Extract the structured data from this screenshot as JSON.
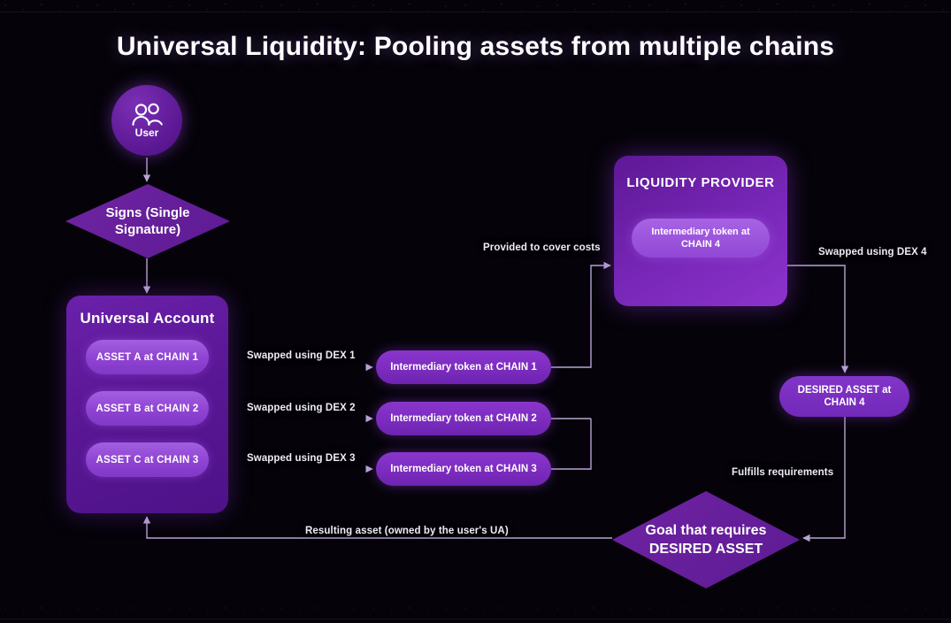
{
  "title": "Universal Liquidity: Pooling assets from multiple chains",
  "colors": {
    "background": "#050309",
    "node_purple": "#5d1a93",
    "pill_purple": "#8f43d2",
    "accent_bright": "#9148d6",
    "wire": "#b9a3d6",
    "text": "#ffffff"
  },
  "nodes": {
    "user": {
      "label": "User",
      "icon": "users-group-icon"
    },
    "signs": {
      "label": "Signs (Single\nSignature)",
      "line1": "Signs (Single",
      "line2": "Signature)"
    },
    "universal_account": {
      "title": "Universal Account",
      "assets": [
        "ASSET A at CHAIN 1",
        "ASSET B at CHAIN 2",
        "ASSET C at CHAIN 3"
      ]
    },
    "intermediary_tokens": [
      "Intermediary token at CHAIN 1",
      "Intermediary token at CHAIN 2",
      "Intermediary token at CHAIN 3"
    ],
    "liquidity_provider": {
      "title": "LIQUIDITY PROVIDER",
      "token_line1": "Intermediary token at",
      "token_line2": "CHAIN 4"
    },
    "desired_asset": {
      "line1": "DESIRED ASSET at",
      "line2": "CHAIN 4"
    },
    "goal": {
      "line1": "Goal that requires",
      "line2": "DESIRED ASSET"
    }
  },
  "edge_labels": {
    "dex1": "Swapped using DEX 1",
    "dex2": "Swapped using DEX 2",
    "dex3": "Swapped using DEX 3",
    "dex4": "Swapped using DEX 4",
    "provided": "Provided to cover costs",
    "fulfills": "Fulfills requirements",
    "resulting": "Resulting asset (owned by the user's UA)"
  }
}
